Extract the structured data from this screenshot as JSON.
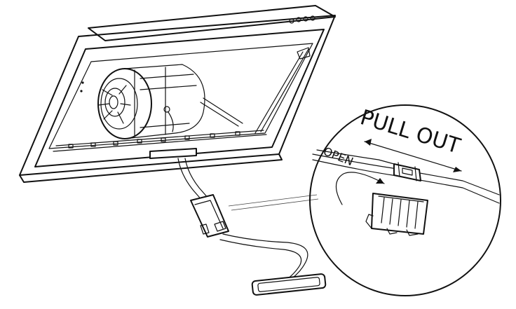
{
  "callout": {
    "pull_out_label": "PULL OUT",
    "open_label": "OPEN"
  },
  "icons": [
    "range-hood-illustration",
    "control-buttons-icon",
    "blower-fan-icon",
    "led-light-panel-icon",
    "wire-connector-icon",
    "connector-housing-icon",
    "pull-arrow-icon",
    "open-arrow-icon"
  ],
  "colors": {
    "line": "#111111",
    "background": "#ffffff"
  }
}
